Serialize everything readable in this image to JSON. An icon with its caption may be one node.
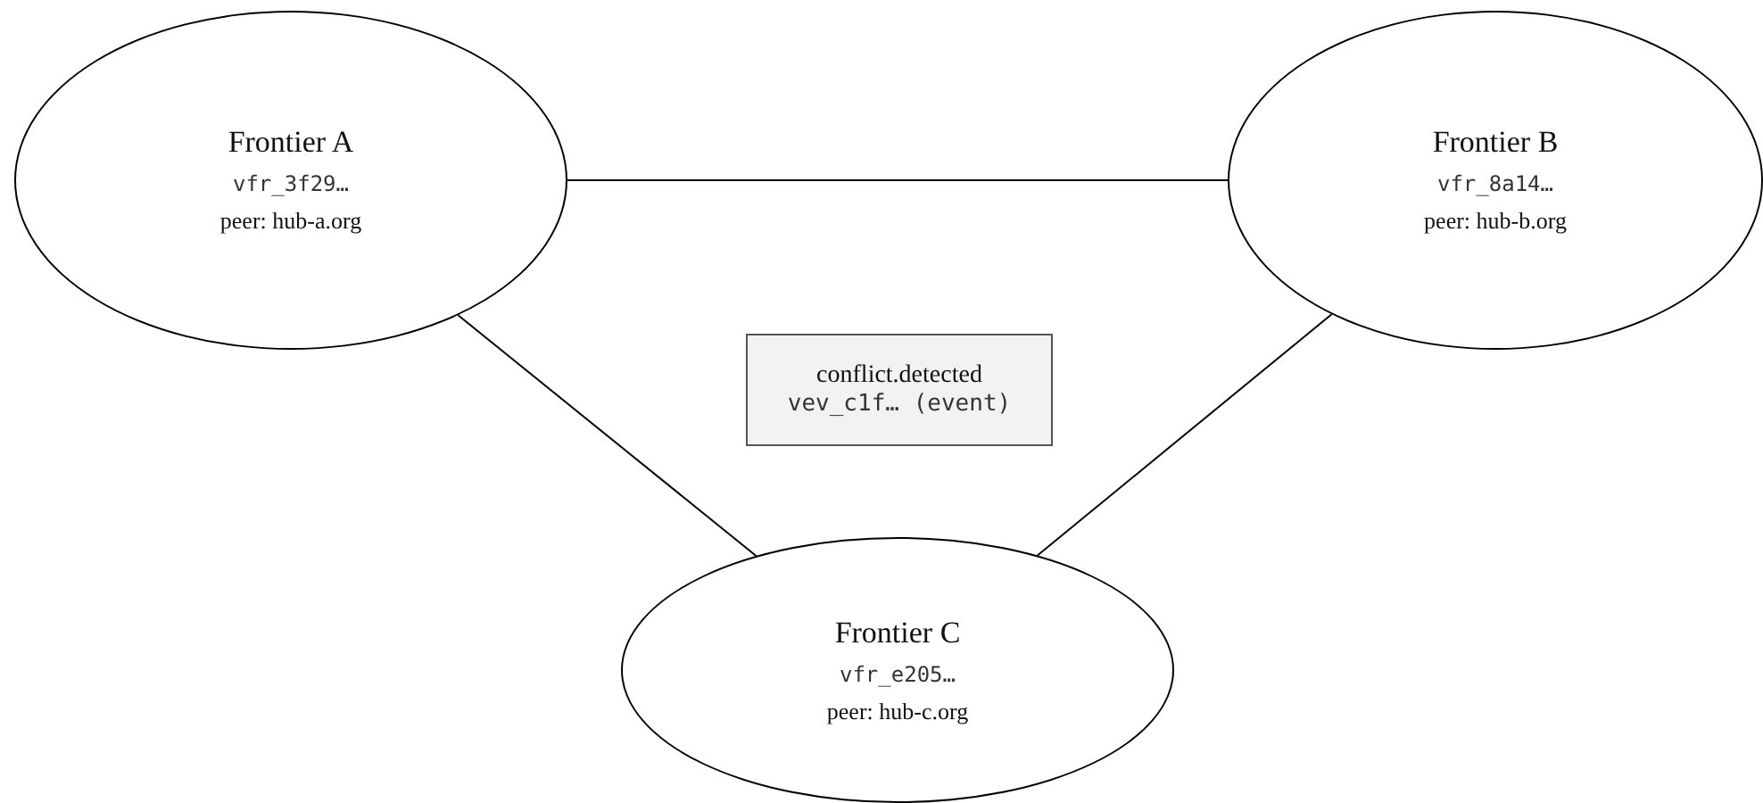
{
  "diagram": {
    "nodes": [
      {
        "text": [
          "Frontier A",
          "vfr_3f29…",
          "peer: hub-a.org"
        ]
      },
      {
        "text": [
          "Frontier B",
          "vfr_8a14…",
          "peer: hub-b.org"
        ]
      },
      {
        "text": [
          "conflict.detected",
          "vev_c1f… (event)"
        ]
      },
      {
        "text": [
          "Frontier C",
          "vfr_e205…",
          "peer: hub-c.org"
        ]
      }
    ],
    "edges": [
      {
        "from": 0,
        "to": 1,
        "arrow": "none"
      },
      {
        "from": 0,
        "to": 3,
        "arrow": "none"
      },
      {
        "from": 1,
        "to": 3,
        "arrow": "none"
      }
    ]
  }
}
